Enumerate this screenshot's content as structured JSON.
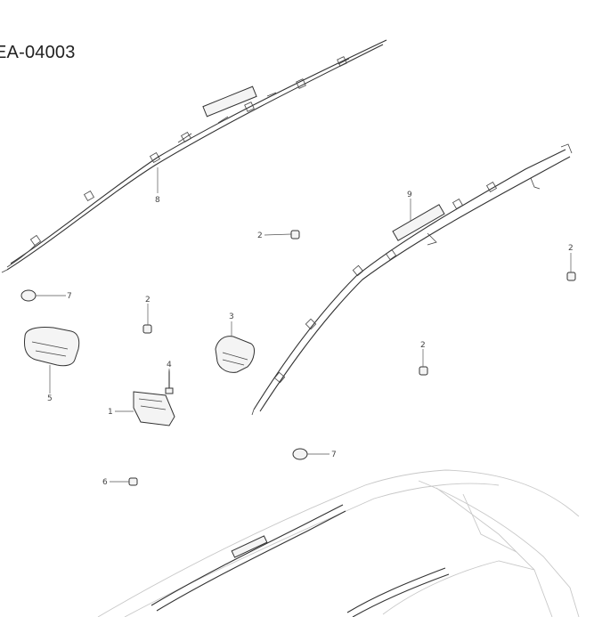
{
  "diagram": {
    "code": "EA-04003",
    "callouts": {
      "c1": "1",
      "c2a": "2",
      "c2b": "2",
      "c2c": "2",
      "c2d": "2",
      "c3": "3",
      "c4": "4",
      "c5": "5",
      "c6": "6",
      "c7a": "7",
      "c7b": "7",
      "c8": "8",
      "c9": "9"
    }
  }
}
